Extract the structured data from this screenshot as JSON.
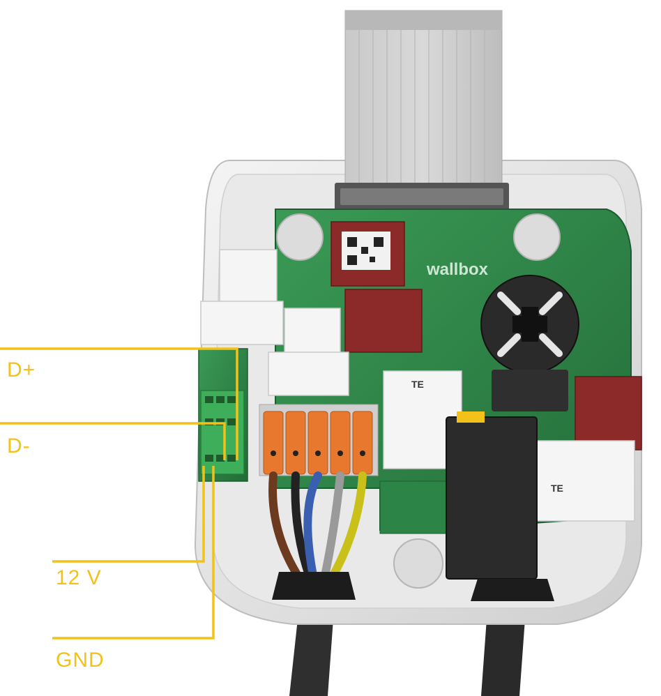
{
  "labels": {
    "d_plus": "D+",
    "d_minus": "D-",
    "v12": "12 V",
    "gnd": "GND"
  },
  "board": {
    "brand_text": "wallbox",
    "relay_brand": "TE"
  },
  "colors": {
    "wire_label": "#f2c21b",
    "pcb": "#2f8a4a",
    "enclosure": "#e6e6e6",
    "capacitor": "#8c2a2a",
    "terminal_orange": "#e8782e"
  }
}
